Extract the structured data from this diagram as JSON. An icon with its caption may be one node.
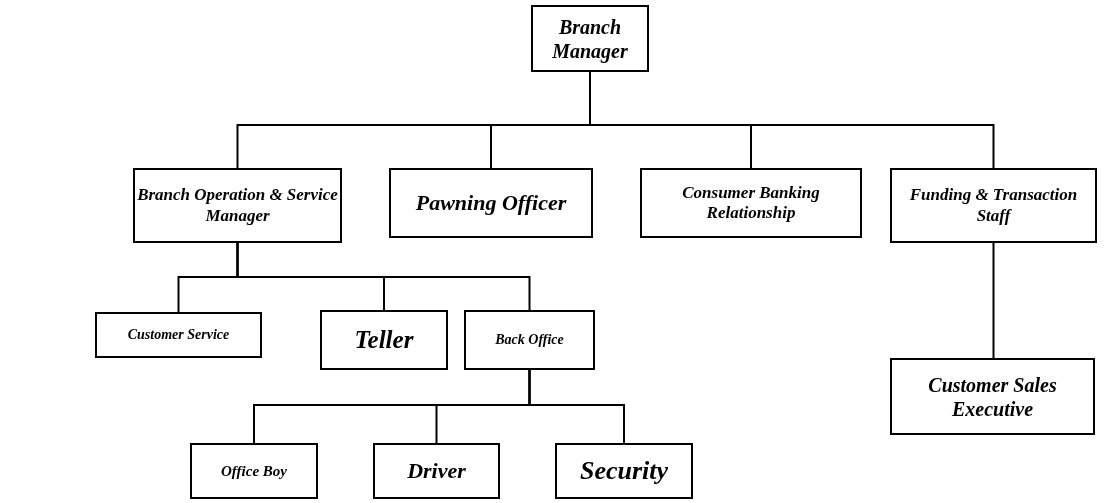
{
  "diagram": {
    "nodes": [
      {
        "text": [
          "Branch Manager"
        ]
      },
      {
        "text": [
          "Branch Operation & Service Manager"
        ]
      },
      {
        "text": [
          "Pawning Officer"
        ]
      },
      {
        "text": [
          "Consumer Banking Relationship"
        ]
      },
      {
        "text": [
          "Funding & Transaction Staff"
        ]
      },
      {
        "text": [
          "Customer Service"
        ]
      },
      {
        "text": [
          "Teller"
        ]
      },
      {
        "text": [
          "Back Office"
        ]
      },
      {
        "text": [
          "Office Boy"
        ]
      },
      {
        "text": [
          "Driver"
        ]
      },
      {
        "text": [
          "Security"
        ]
      },
      {
        "text": [
          "Customer Sales Executive"
        ]
      }
    ],
    "edges": [
      {
        "from": 0,
        "to": 1,
        "arrow": "none"
      },
      {
        "from": 0,
        "to": 2,
        "arrow": "none"
      },
      {
        "from": 0,
        "to": 3,
        "arrow": "none"
      },
      {
        "from": 0,
        "to": 4,
        "arrow": "none"
      },
      {
        "from": 1,
        "to": 5,
        "arrow": "none"
      },
      {
        "from": 1,
        "to": 6,
        "arrow": "none"
      },
      {
        "from": 1,
        "to": 7,
        "arrow": "none"
      },
      {
        "from": 7,
        "to": 8,
        "arrow": "none"
      },
      {
        "from": 7,
        "to": 9,
        "arrow": "none"
      },
      {
        "from": 7,
        "to": 10,
        "arrow": "none"
      },
      {
        "from": 4,
        "to": 11,
        "arrow": "none"
      }
    ]
  }
}
